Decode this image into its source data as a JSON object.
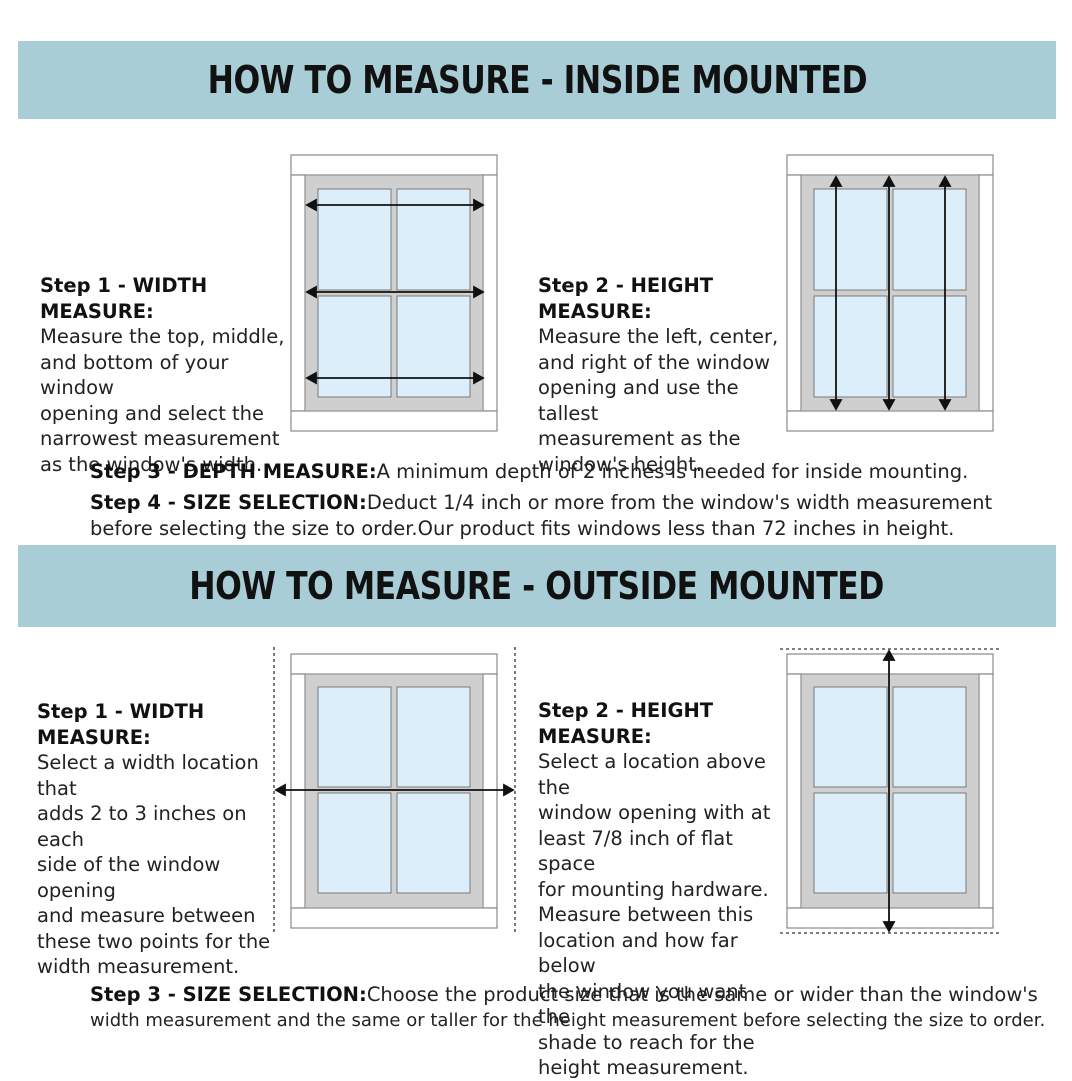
{
  "inside": {
    "title": "HOW TO MEASURE - INSIDE MOUNTED",
    "step1": {
      "heading": "Step 1 - WIDTH MEASURE:",
      "text": "Measure the top, middle,\nand bottom of your window\nopening and select the\nnarrowest measurement\nas the window's width."
    },
    "step2": {
      "heading": "Step 2 - HEIGHT MEASURE:",
      "text": "Measure the left, center,\nand right of the window\nopening and use the tallest\n measurement as the\nwindow's height."
    },
    "step3": {
      "heading": "Step 3 - DEPTH MEASURE:",
      "text": "A minimum depth of 2 inches is needed for inside mounting."
    },
    "step4": {
      "heading": "Step 4 - SIZE SELECTION:",
      "text": "Deduct 1/4 inch or more from the window's width measurement",
      "text2": "before selecting the size to order.Our product fits windows less than 72 inches in height."
    }
  },
  "outside": {
    "title": "HOW TO MEASURE - OUTSIDE MOUNTED",
    "step1": {
      "heading": "Step 1 - WIDTH MEASURE:",
      "text": "Select a width location that\nadds 2 to 3 inches on each\nside of the window opening\n and measure between\nthese two points for the\nwidth measurement."
    },
    "step2": {
      "heading": "Step 2 - HEIGHT MEASURE:",
      "text": "Select a location above the\nwindow opening with at\nleast 7/8 inch of flat space\nfor mounting hardware.\nMeasure between this\nlocation and how far below\nthe window you want the\nshade to reach for the\nheight measurement."
    },
    "step3": {
      "heading": "Step 3 - SIZE SELECTION:",
      "text": "Choose the product size that is the same or wider than the window's",
      "text2": "width measurement and the same or taller for the height measurement before selecting the size to order."
    }
  },
  "colors": {
    "banner": "#a8cdd6",
    "glass": "#dbeef9",
    "frame": "#cfcfcf",
    "trim": "#ffffff",
    "outline": "#8a8a8a"
  }
}
